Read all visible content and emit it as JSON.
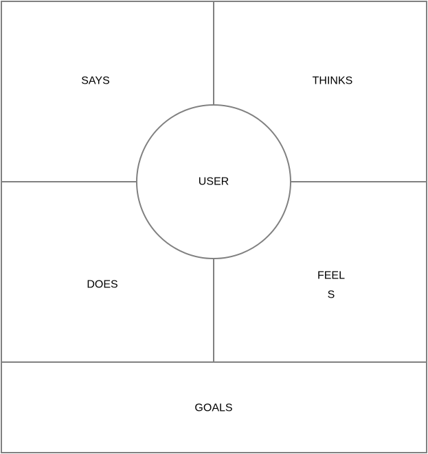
{
  "diagram": {
    "title": "Empathy Map",
    "quadrants": {
      "says": "SAYS",
      "thinks": "THINKS",
      "does": "DOES",
      "feels_line1": "FEEL",
      "feels_line2": "S"
    },
    "center": "USER",
    "footer": "GOALS",
    "line_color": "#808080"
  }
}
